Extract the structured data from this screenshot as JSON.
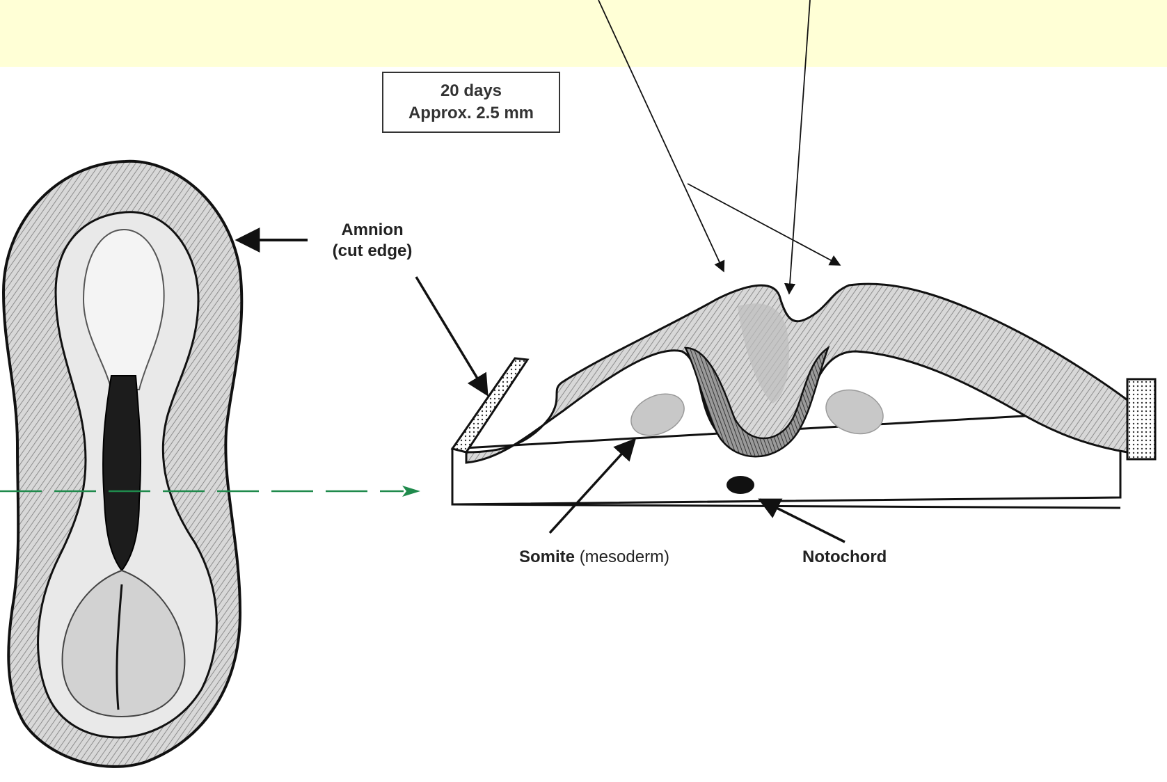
{
  "age_box": {
    "line1": "20 days",
    "line2": "Approx. 2.5 mm"
  },
  "labels": {
    "amnion_line1": "Amnion",
    "amnion_line2": "(cut edge)",
    "somite": "Somite",
    "somite_note": "(mesoderm)",
    "notochord": "Notochord"
  },
  "colors": {
    "banner": "#ffffd6",
    "section_line": "#1f8a4c",
    "ink": "#111111"
  }
}
